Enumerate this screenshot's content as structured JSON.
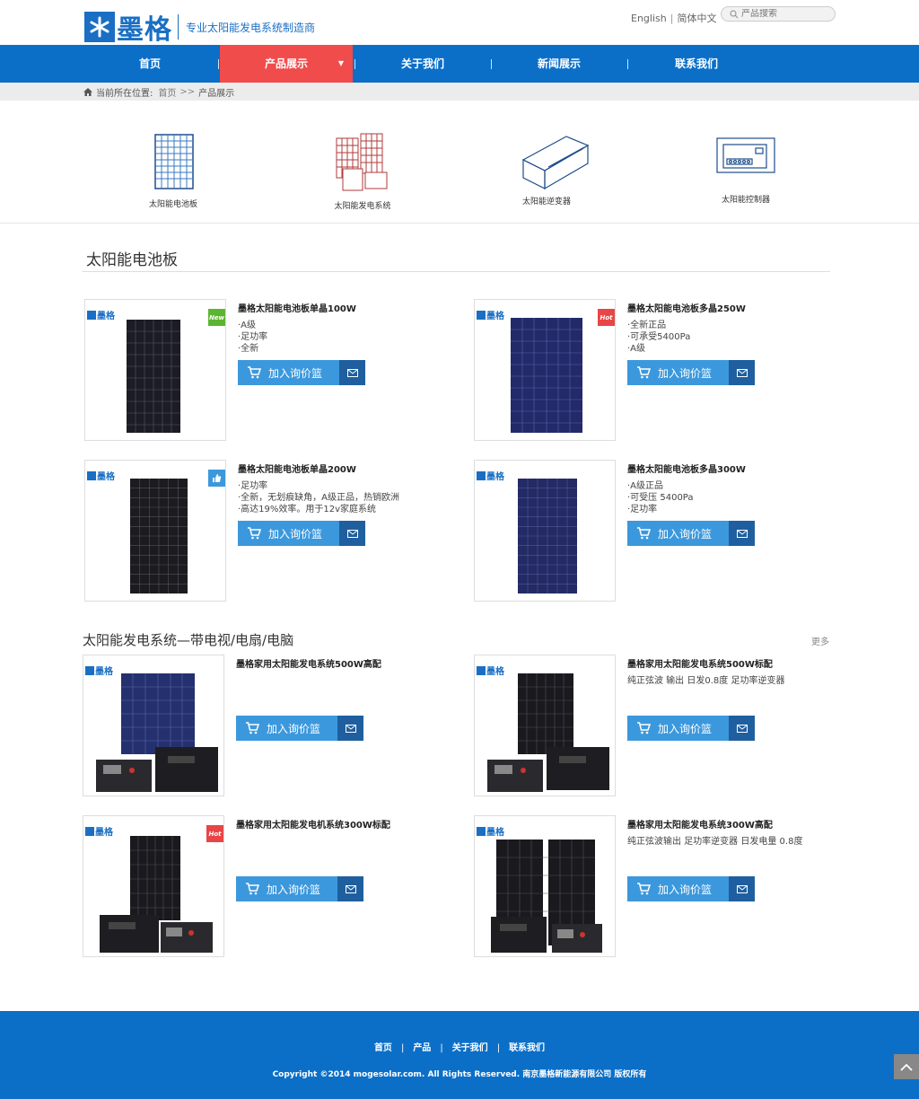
{
  "header": {
    "brand_name": "墨格",
    "slogan": "专业太阳能发电系统制造商",
    "lang_en": "English",
    "lang_sep": "|",
    "lang_cn": "简体中文",
    "search_placeholder": "产品搜索"
  },
  "nav": {
    "items": [
      {
        "label": "首页"
      },
      {
        "label": "产品展示"
      },
      {
        "label": "关于我们"
      },
      {
        "label": "新闻展示"
      },
      {
        "label": "联系我们"
      }
    ],
    "active_index": 1,
    "active_color": "#f04c4c",
    "bar_color": "#0b6fc8"
  },
  "breadcrumb": {
    "prefix": "当前所在位置:",
    "home": "首页",
    "arrows": ">>",
    "current": "产品展示"
  },
  "categories": [
    {
      "label": "太阳能电池板",
      "icon": "solar-panel-icon"
    },
    {
      "label": "太阳能发电系统",
      "icon": "solar-system-icon"
    },
    {
      "label": "太阳能逆变器",
      "icon": "inverter-icon"
    },
    {
      "label": "太阳能控制器",
      "icon": "controller-icon"
    }
  ],
  "section1": {
    "title": "太阳能电池板",
    "products": [
      {
        "title": "墨格太阳能电池板单晶100W",
        "features": [
          "·A级",
          "·足功率",
          "·全新"
        ],
        "badge": "New",
        "badge_color": "#5cb531"
      },
      {
        "title": "墨格太阳能电池板多晶250W",
        "features": [
          "·全新正品",
          "·可承受5400Pa",
          "·A级"
        ],
        "badge": "Hot",
        "badge_color": "#e84646"
      },
      {
        "title": "墨格太阳能电池板单晶200W",
        "features": [
          "·足功率",
          "·全新，无划痕缺角，A级正品，热销欧洲",
          "·高达19%效率。用于12v家庭系统"
        ],
        "badge": "thumbs-up-icon",
        "badge_color": "#3c98dc"
      },
      {
        "title": "墨格太阳能电池板多晶300W",
        "features": [
          "·A级正品",
          "·可受压 5400Pa",
          "·足功率"
        ],
        "badge": "",
        "badge_color": ""
      }
    ]
  },
  "section2": {
    "title": "太阳能发电系统—带电视/电扇/电脑",
    "more": "更多",
    "products": [
      {
        "title": "墨格家用太阳能发电系统500W高配",
        "features": [],
        "badge": "",
        "badge_color": ""
      },
      {
        "title": "墨格家用太阳能发电系统500W标配",
        "features": [
          "纯正弦波 输出 日发0.8度 足功率逆变器"
        ],
        "badge": "",
        "badge_color": ""
      },
      {
        "title": "墨格家用太阳能发电机系统300W标配",
        "features": [],
        "badge": "Hot",
        "badge_color": "#e84646"
      },
      {
        "title": "墨格家用太阳能发电系统300W高配",
        "features": [
          "纯正弦波输出 足功率逆变器 日发电量 0.8度"
        ],
        "badge": "",
        "badge_color": ""
      }
    ]
  },
  "buttons": {
    "add_to_cart": "加入询价篮"
  },
  "image_brand": "墨格",
  "footer": {
    "links": [
      "首页",
      "产品",
      "关于我们",
      "联系我们"
    ],
    "copyright": "Copyright ©2014   mogesolar.com. All Rights Reserved. 南京墨格新能源有限公司 版权所有"
  }
}
